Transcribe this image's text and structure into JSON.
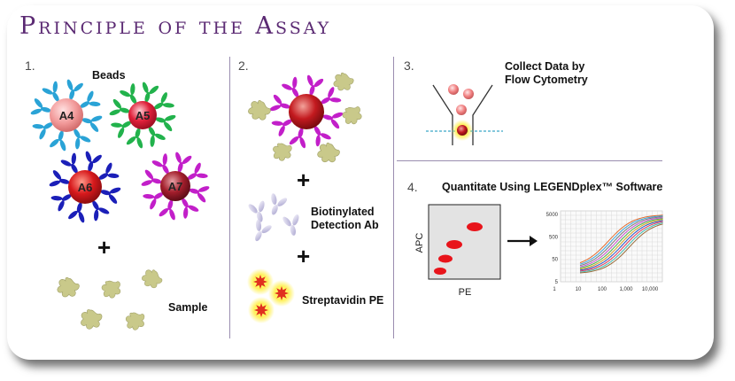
{
  "title": "Principle of the Assay",
  "step1": {
    "num": "1.",
    "beads_label": "Beads",
    "bead_labels": [
      "A4",
      "A5",
      "A6",
      "A7"
    ],
    "plus": "+",
    "sample_label": "Sample"
  },
  "step2": {
    "num": "2.",
    "plus1": "+",
    "detection_label_line1": "Biotinylated",
    "detection_label_line2": "Detection Ab",
    "plus2": "+",
    "sape_label": "Streptavidin PE"
  },
  "step3": {
    "num": "3.",
    "label_line1": "Collect Data by",
    "label_line2": "Flow Cytometry"
  },
  "step4": {
    "num": "4.",
    "label": "Quantitate Using LEGENDplex™ Software",
    "scatter_xlabel": "PE",
    "scatter_ylabel": "APC",
    "curve_yticks": [
      "5000",
      "500",
      "50",
      "5"
    ],
    "curve_xticks": [
      "1",
      "10",
      "100",
      "1,000",
      "10,000"
    ]
  },
  "colors": {
    "title": "#5b2a73",
    "a4": "#f29a9a",
    "a5": "#e0203a",
    "a6": "#d7191c",
    "a7": "#a31e2c",
    "ab_blue": "#2aa3d6",
    "ab_green": "#22b24c",
    "ab_navy": "#1b1fb8",
    "ab_magenta": "#c21fc9",
    "analyte": "#c9c98a"
  }
}
